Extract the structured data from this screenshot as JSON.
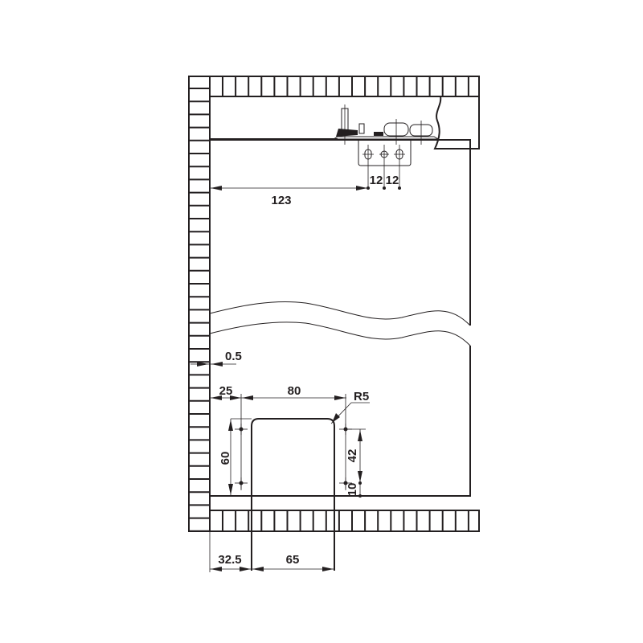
{
  "drawing": {
    "title": "Drawer side installation drawing",
    "units": "mm",
    "colors": {
      "line": "#231f20",
      "background": "#ffffff"
    }
  },
  "dimensions": {
    "hinge_offset": "123",
    "hole_spacing_left": "12",
    "hole_spacing_right": "12",
    "gap": "0.5",
    "cutout_edge_offset": "25",
    "cutout_hole_spacing": "80",
    "corner_radius": "R5",
    "cutout_height": "60",
    "hole_vertical_spacing": "42",
    "hole_bottom_offset": "10",
    "cutout_left_offset": "32.5",
    "cutout_width": "65"
  }
}
